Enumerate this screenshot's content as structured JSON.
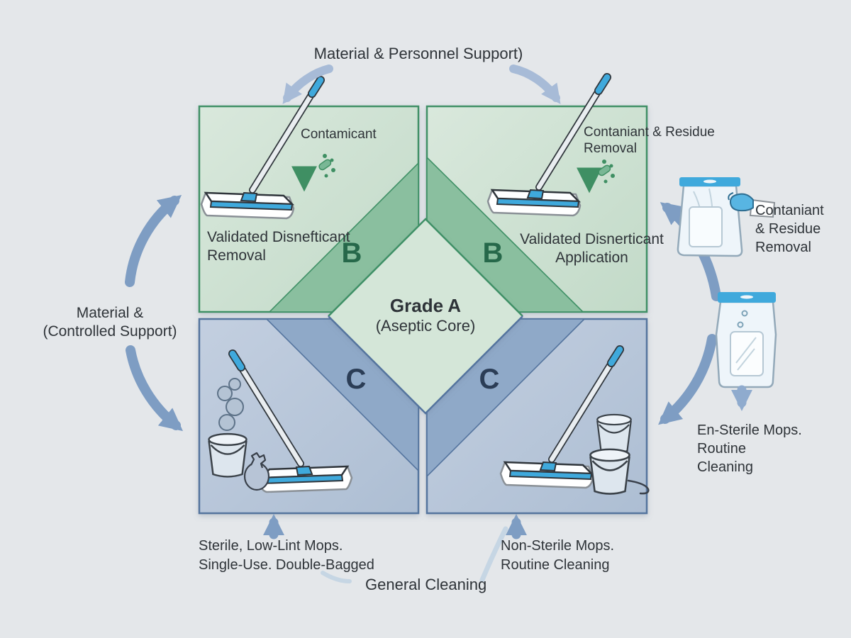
{
  "diagram": {
    "top_flow_label": "Material & Personnel Support)",
    "left_flow": {
      "line1": "Material &",
      "line2": "(Controlled Support)"
    },
    "center": {
      "title": "Grade A",
      "subtitle": "(Aseptic Core)"
    },
    "zone_b_left": {
      "letter": "B",
      "contaminant_label": "Contamicant",
      "caption_line1": "Validated Disnefticant",
      "caption_line2": "Removal"
    },
    "zone_b_right": {
      "letter": "B",
      "contaminant_line1": "Contaniant & Residue",
      "contaminant_line2": "Removal",
      "caption_line1": "Validated Disnerticant",
      "caption_line2": "Application"
    },
    "zone_c_left": {
      "letter": "C"
    },
    "zone_c_right": {
      "letter": "C"
    },
    "bottom_left_caption": {
      "line1": "Sterile, Low-Lint Mops.",
      "line2": "Single-Use. Double-Bagged"
    },
    "bottom_right_caption": {
      "line1": "Non-Sterile Mops.",
      "line2": "Routine Cleaning"
    },
    "bottom_center_label": "General Cleaning",
    "right_top_caption": {
      "line1": "Contaniant",
      "line2": "& Residue",
      "line3": "Removal"
    },
    "right_bottom_caption": {
      "line1": "En-Sterile Mops.",
      "line2": "Routine",
      "line3": "Cleaning"
    }
  },
  "icons": [
    "flat-mop-icon",
    "bucket-icon",
    "steam-icon",
    "waste-bag-icon",
    "bucket-stack-icon",
    "sterile-pouch-icon",
    "wipes-pouch-icon",
    "glove-icon",
    "contaminant-arrow-icon",
    "flow-arrow-icon"
  ],
  "colors": {
    "background": "#e4e7ea",
    "text": "#2e3338",
    "zone_b_fill": "#cfe0d1",
    "zone_b_band": "#8abf9f",
    "zone_b_border": "#3f9066",
    "zone_c_fill": "#b9c6d9",
    "zone_c_band": "#8fa9c8",
    "zone_c_border": "#54749e",
    "core_fill": "#d4e6d8",
    "letter_b": "#26684a",
    "letter_c": "#2b3d56",
    "flow_arrow": "#7e9dc3",
    "flow_arrow_light": "#a7bbd7",
    "contaminant_arrow": "#3f8f63",
    "mop_accent": "#3fa9dc"
  }
}
